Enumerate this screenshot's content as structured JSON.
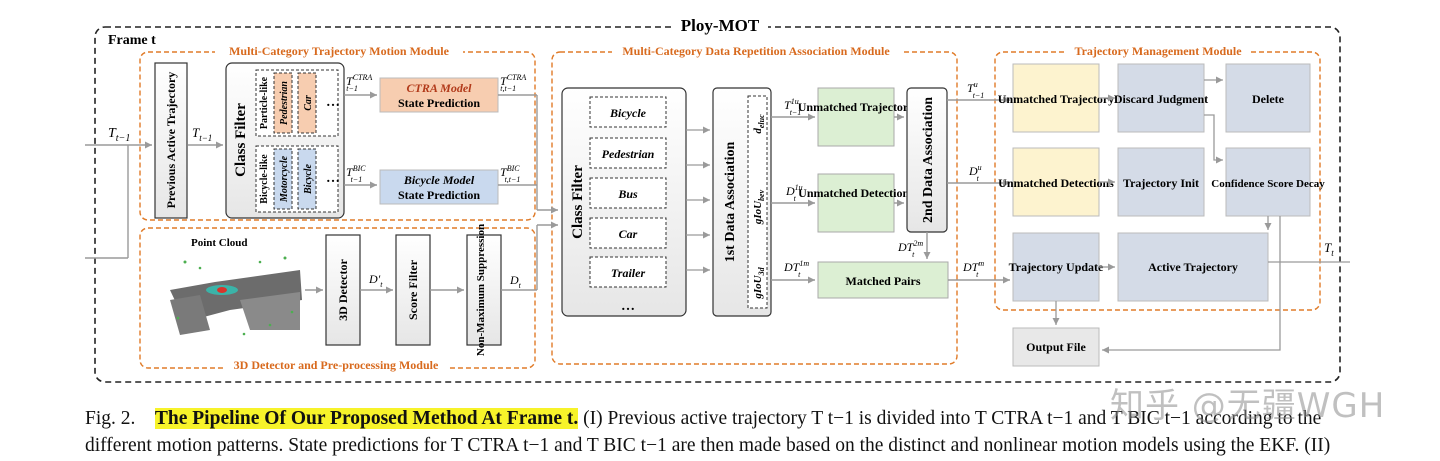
{
  "figure": {
    "title": "Ploy-MOT",
    "frame_label": "Frame t",
    "modules": {
      "motion": "Multi-Category Trajectory Motion Module",
      "association": "Multi-Category Data Repetition Association Module",
      "management": "Trajectory Management Module",
      "detector": "3D Detector and Pre-processing Module"
    },
    "labels": {
      "input_traj": "T",
      "input_traj_sub": "t−1",
      "prev_active": "Previous Active Trajectory",
      "class_filter": "Class Filter",
      "particle_like": "Particle-like",
      "pedestrian": "Pedestrian",
      "car": "Car",
      "bicycle_like": "Bicycle-like",
      "motorcycle": "Motorcycle",
      "bicycle": "Bicycle",
      "dots": "…",
      "ctra_title": "CTRA Model",
      "ctra_sub": "State Prediction",
      "bic_title": "Bicycle Model",
      "bic_sub": "State Prediction",
      "sup_ctra": "CTRA",
      "sup_bic": "BIC",
      "sub_t1": "t−1",
      "sub_tt1": "t,t−1",
      "point_cloud": "Point Cloud",
      "detector3d": "3D Detector",
      "score_filter": "Score Filter",
      "nms": "Non-Maximum Suppression",
      "d_prime": "D′",
      "d_t": "D",
      "sub_t": "t",
      "class_items": [
        "Bicycle",
        "Pedestrian",
        "Bus",
        "Car",
        "Trailer",
        "…"
      ],
      "first_assoc": "1st Data Association",
      "second_assoc": "2nd Data Association",
      "metric_1": "d",
      "metric_1_sub": "eluc",
      "metric_2": "gIoU",
      "metric_2_sub": "bev",
      "metric_3": "gIoU",
      "metric_3_sub": "3d",
      "unmatched_traj": "Unmatched Trajectory",
      "unmatched_det": "Unmatched Detections",
      "matched_pairs": "Matched Pairs",
      "sup_1u": "1u",
      "sup_1m": "1m",
      "sup_2m": "2m",
      "sup_u": "u",
      "sup_m": "m",
      "mgmt_unmatched_traj": "Unmatched Trajectory",
      "discard": "Discard Judgment",
      "delete": "Delete",
      "mgmt_unmatched_det": "Unmatched Detections",
      "traj_init": "Trajectory Init",
      "confidence": "Confidence Score Decay",
      "traj_update": "Trajectory Update",
      "active_traj": "Active Trajectory",
      "output_file": "Output File",
      "output_T": "T",
      "output_T_sub": "t"
    }
  },
  "caption": {
    "fig_label": "Fig. 2.",
    "highlight": "The Pipeline Of Our Proposed Method At Frame t.",
    "line1_rest": "(I) Previous active trajectory T t−1 is divided into T CTRA t−1 and T BIC t−1 according to the",
    "line2": "different motion patterns. State predictions for T CTRA t−1 and T BIC t−1 are then made based on the distinct and nonlinear motion models using the EKF. (II)"
  },
  "watermark": "知乎 @无疆WGH",
  "colors": {
    "module_border": "#e07b28",
    "module_title": "#d86a1e",
    "ctra_fill": "#f7cdb0",
    "bic_fill": "#c9d9ee",
    "green_fill": "#dcefd3",
    "yellow_fill": "#fdf3cf",
    "blue_fill": "#d4dbe7",
    "gray_fill": "#e8e8e8",
    "highlight": "#f7f32a"
  }
}
